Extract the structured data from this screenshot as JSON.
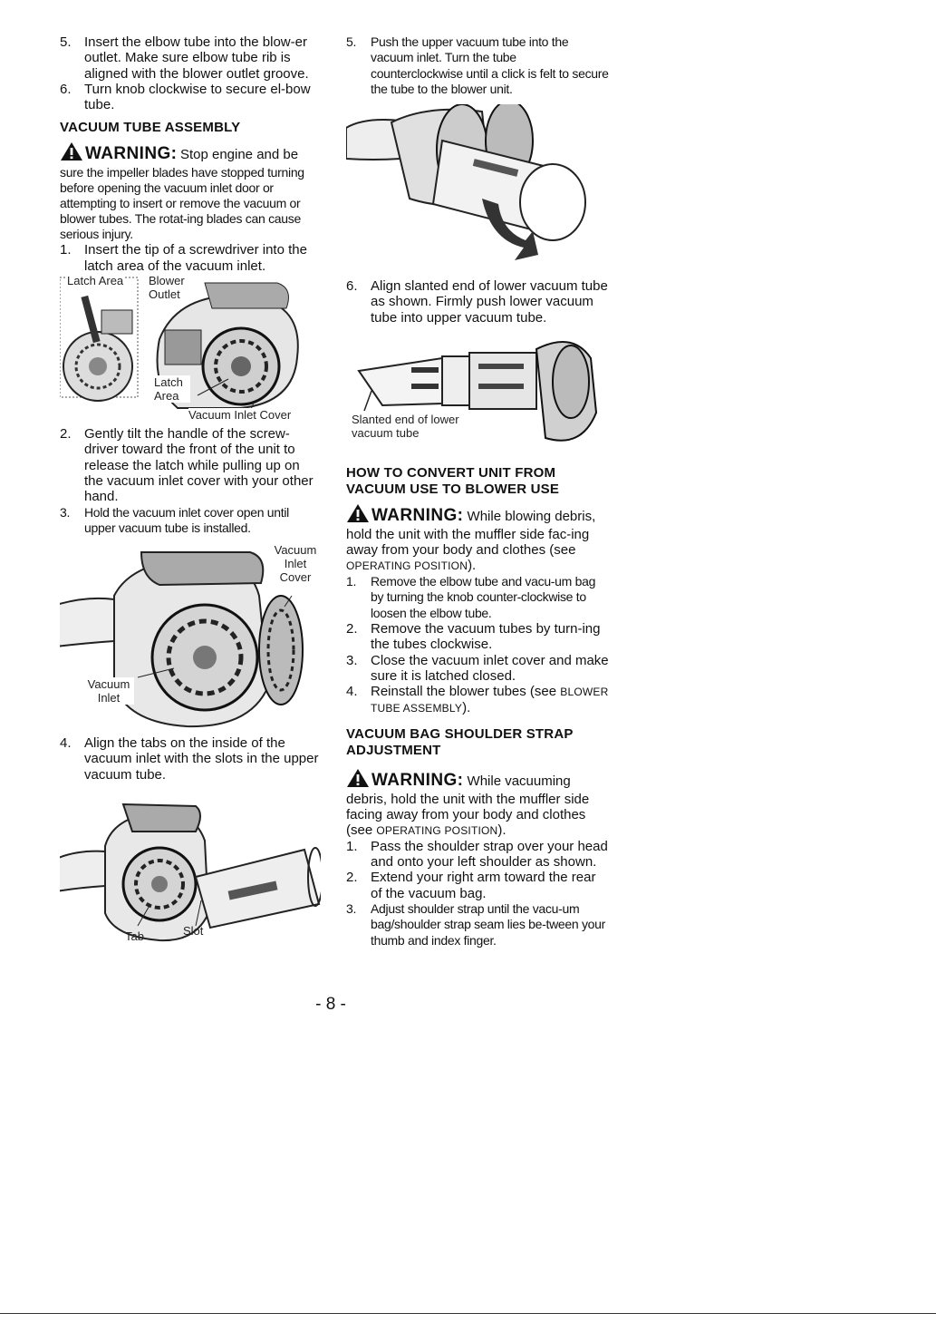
{
  "left_column": {
    "intro_steps": [
      {
        "num": "5.",
        "text": "Insert the elbow tube into the blow-er outlet. Make sure elbow tube rib is aligned with the blower outlet groove."
      },
      {
        "num": "6.",
        "text": "Turn knob clockwise to secure el-bow tube."
      }
    ],
    "vacuum_tube_heading": "VACUUM TUBE ASSEMBLY",
    "warning": {
      "label": "WARNING:",
      "text_lead": "Stop engine and be",
      "text_rest": "sure the impeller blades have stopped turning before opening the vacuum inlet door or attempting to insert or remove the vacuum or blower tubes. The rotat-ing blades can cause serious injury."
    },
    "step1": {
      "num": "1.",
      "text": "Insert the tip of a screwdriver into the latch area of the vacuum inlet."
    },
    "figure1_labels": {
      "latch_area_top": "Latch Area",
      "blower_outlet": "Blower Outlet",
      "latch_area": "Latch Area",
      "vacuum_inlet_cover": "Vacuum Inlet Cover"
    },
    "step2": {
      "num": "2.",
      "text": "Gently tilt the handle of the screw-driver toward the front of the unit to release the latch while pulling up on the vacuum inlet cover with your other hand."
    },
    "step3": {
      "num": "3.",
      "text": "Hold the vacuum inlet cover open until upper vacuum tube is installed."
    },
    "figure2_labels": {
      "vacuum_inlet_cover": "Vacuum Inlet Cover",
      "vacuum_inlet": "Vacuum Inlet"
    },
    "step4": {
      "num": "4.",
      "text": "Align the tabs on the inside of the vacuum inlet with the slots in the upper vacuum tube."
    },
    "figure3_labels": {
      "tab": "Tab",
      "slot": "Slot"
    }
  },
  "right_column": {
    "step5": {
      "num": "5.",
      "text": "Push the upper vacuum tube into the vacuum inlet. Turn the tube counterclockwise until a click is felt to secure the tube to the blower unit."
    },
    "step6": {
      "num": "6.",
      "text": "Align slanted end of lower vacuum tube as shown. Firmly push lower vacuum tube into upper vacuum tube."
    },
    "figure5_label": "Slanted end of lower vacuum tube",
    "convert_heading": "HOW TO CONVERT UNIT FROM VACUUM USE TO BLOWER USE",
    "convert_warning": {
      "label": "WARNING:",
      "text_lead": "While blowing debris,",
      "text_rest": "hold the unit with the muffler side fac-ing away from your body and clothes (see",
      "ref": "OPERATING POSITION",
      "tail": ")."
    },
    "convert_steps": [
      {
        "num": "1.",
        "text": "Remove the elbow tube and vacu-um bag by turning the knob counter-clockwise to loosen the elbow tube."
      },
      {
        "num": "2.",
        "text": "Remove the vacuum tubes by turn-ing the tubes clockwise."
      },
      {
        "num": "3.",
        "text": "Close the vacuum inlet cover and make sure it is latched closed."
      },
      {
        "num": "4.",
        "text_lead": "Reinstall the blower tubes (see",
        "ref": "BLOWER TUBE ASSEMBLY",
        "tail": ")."
      }
    ],
    "strap_heading": "VACUUM BAG SHOULDER STRAP ADJUSTMENT",
    "strap_warning": {
      "label": "WARNING:",
      "text_lead": "While vacuuming",
      "text_rest": "debris, hold the unit with the muffler side facing away from your body and clothes (see",
      "ref": "OPERATING POSITION",
      "tail": ")."
    },
    "strap_steps": [
      {
        "num": "1.",
        "text": "Pass the shoulder strap over your head and onto your left shoulder as shown."
      },
      {
        "num": "2.",
        "text": "Extend your right arm toward the rear of the vacuum bag."
      },
      {
        "num": "3.",
        "text": "Adjust shoulder strap until the vacu-um bag/shoulder strap seam lies be-tween your thumb and index finger."
      }
    ]
  },
  "page_number": "- 8 -"
}
